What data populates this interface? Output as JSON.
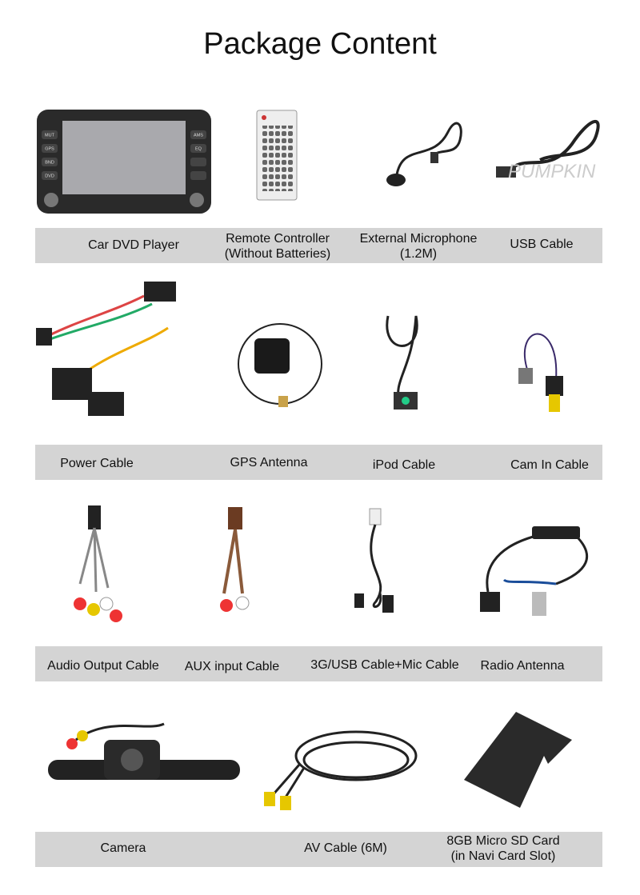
{
  "title": "Package Content",
  "rows": [
    {
      "items": [
        "Car DVD Player",
        "Remote Controller\n(Without Batteries)",
        "External Microphone\n(1.2M)",
        "USB Cable"
      ]
    },
    {
      "items": [
        "Power Cable",
        "GPS Antenna",
        "iPod Cable",
        "Cam In Cable"
      ]
    },
    {
      "items": [
        "Audio Output Cable",
        "AUX input Cable",
        "3G/USB Cable+Mic Cable",
        "Radio Antenna"
      ]
    },
    {
      "items": [
        "Camera",
        "AV Cable (6M)",
        "8GB Micro SD Card\n(in Navi Card Slot)"
      ]
    }
  ],
  "dvd_buttons": [
    "MUT",
    "GPS",
    "BND",
    "DVD",
    "AMS",
    "EQ"
  ],
  "watermark": "Pumpkin"
}
